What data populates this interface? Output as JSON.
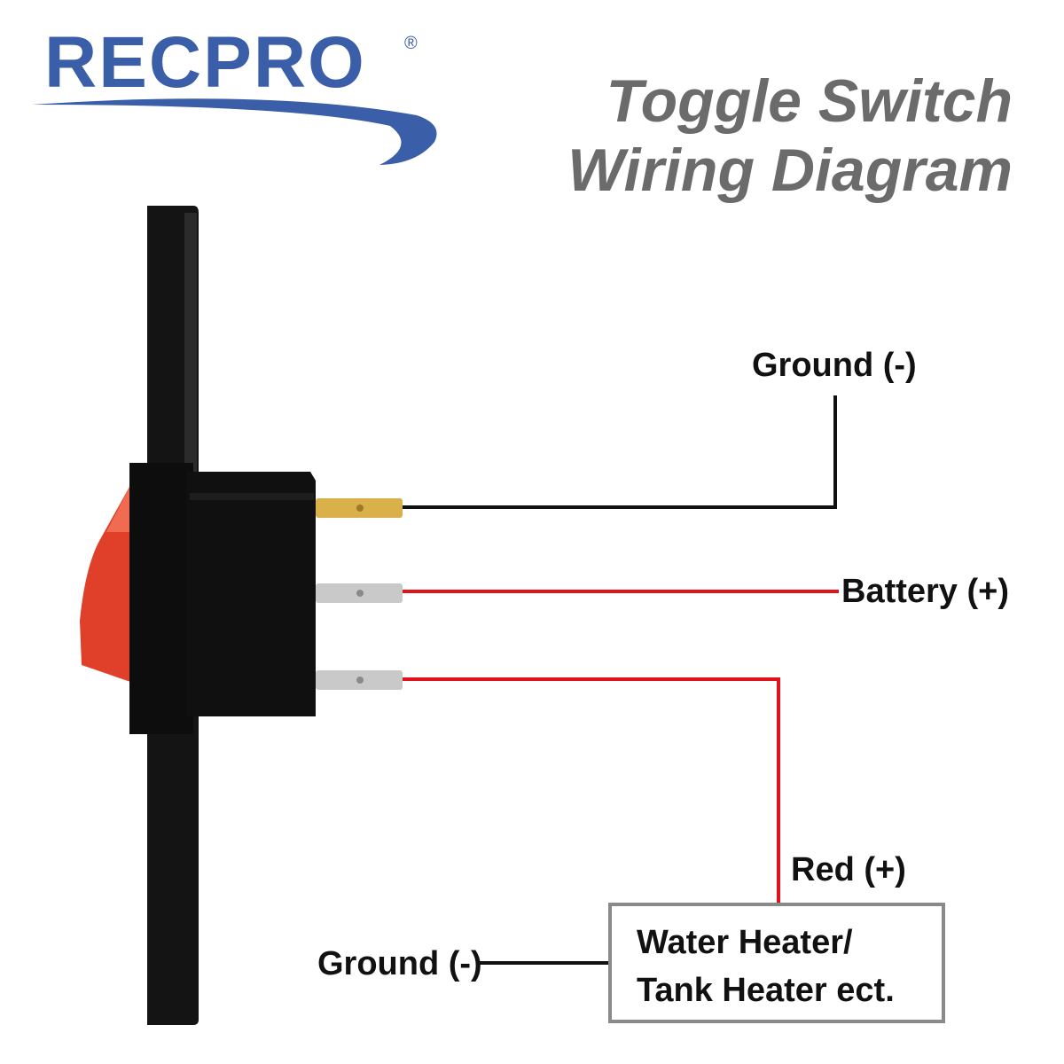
{
  "logo": {
    "text": "RECPRO",
    "registered": "®",
    "color": "#3b5ea8"
  },
  "title": {
    "line1": "Toggle Switch",
    "line2": "Wiring Diagram",
    "color": "#6b6b6b"
  },
  "labels": {
    "ground_top": "Ground (-)",
    "battery": "Battery (+)",
    "red": "Red (+)",
    "ground_bottom": "Ground (-)"
  },
  "load_box": {
    "line1": "Water Heater/",
    "line2": "Tank Heater ect."
  },
  "colors": {
    "ground_wire": "#111111",
    "positive_wire": "#e0131a",
    "rocker": "#e0402a",
    "terminal": "#c9c9c9",
    "terminal_gold": "#d9b04a"
  }
}
